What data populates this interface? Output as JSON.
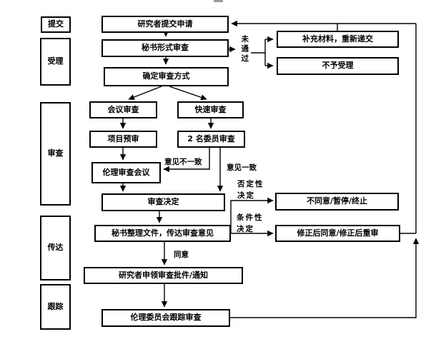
{
  "stages": {
    "submit": "提交",
    "accept": "受理",
    "review": "审查",
    "convey": "传达",
    "track": "跟踪"
  },
  "nodes": {
    "apply": "研究者提交申请",
    "formal_review": "秘书形式审查",
    "determine_method": "确定审查方式",
    "meeting_review": "会议审查",
    "quick_review": "快速审查",
    "project_preview": "项目预审",
    "two_members_review": "2 名委员审查",
    "ethics_meeting": "伦理审查会议",
    "decision": "审查决定",
    "secretary_convey": "秘书整理文件，传达审查意见",
    "claim_approval": "研究者申领审查批件/通知",
    "follow_up": "伦理委员会跟踪审查",
    "supplement": "补充材料，重新递交",
    "reject": "不予受理",
    "disagree": "不同意/暂停/终止",
    "revise": "修正后同意/修正后重审"
  },
  "edge_labels": {
    "not_passed": "未通过",
    "opinion_differ": "意见不一致",
    "opinion_agree": "意见一致",
    "negative_decision": "否定性决定",
    "conditional_decision": "条件性决定",
    "agree": "同意"
  },
  "colors": {
    "line": "#000000",
    "box_border": "#000000",
    "background": "#ffffff",
    "text": "#000000"
  }
}
